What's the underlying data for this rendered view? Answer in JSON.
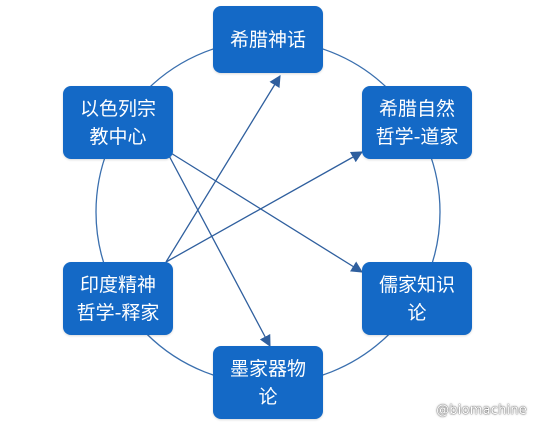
{
  "nodes": {
    "greek_myth": "希腊神话",
    "greek_philosophy": "希腊自然\n哲学-道家",
    "confucian": "儒家知识\n论",
    "mohist": "墨家器物\n论",
    "indian": "印度精神\n哲学-释家",
    "israel": "以色列宗\n教中心"
  },
  "watermark": "@biomachine",
  "colors": {
    "node_fill": "#1469c6",
    "edge_stroke": "#2f5f9e",
    "circle_stroke": "#3a6fae",
    "node_text": "#ffffff"
  },
  "edges": [
    {
      "from": "indian",
      "to": "greek_myth"
    },
    {
      "from": "indian",
      "to": "greek_philosophy"
    },
    {
      "from": "israel",
      "to": "confucian"
    },
    {
      "from": "israel",
      "to": "mohist"
    }
  ]
}
